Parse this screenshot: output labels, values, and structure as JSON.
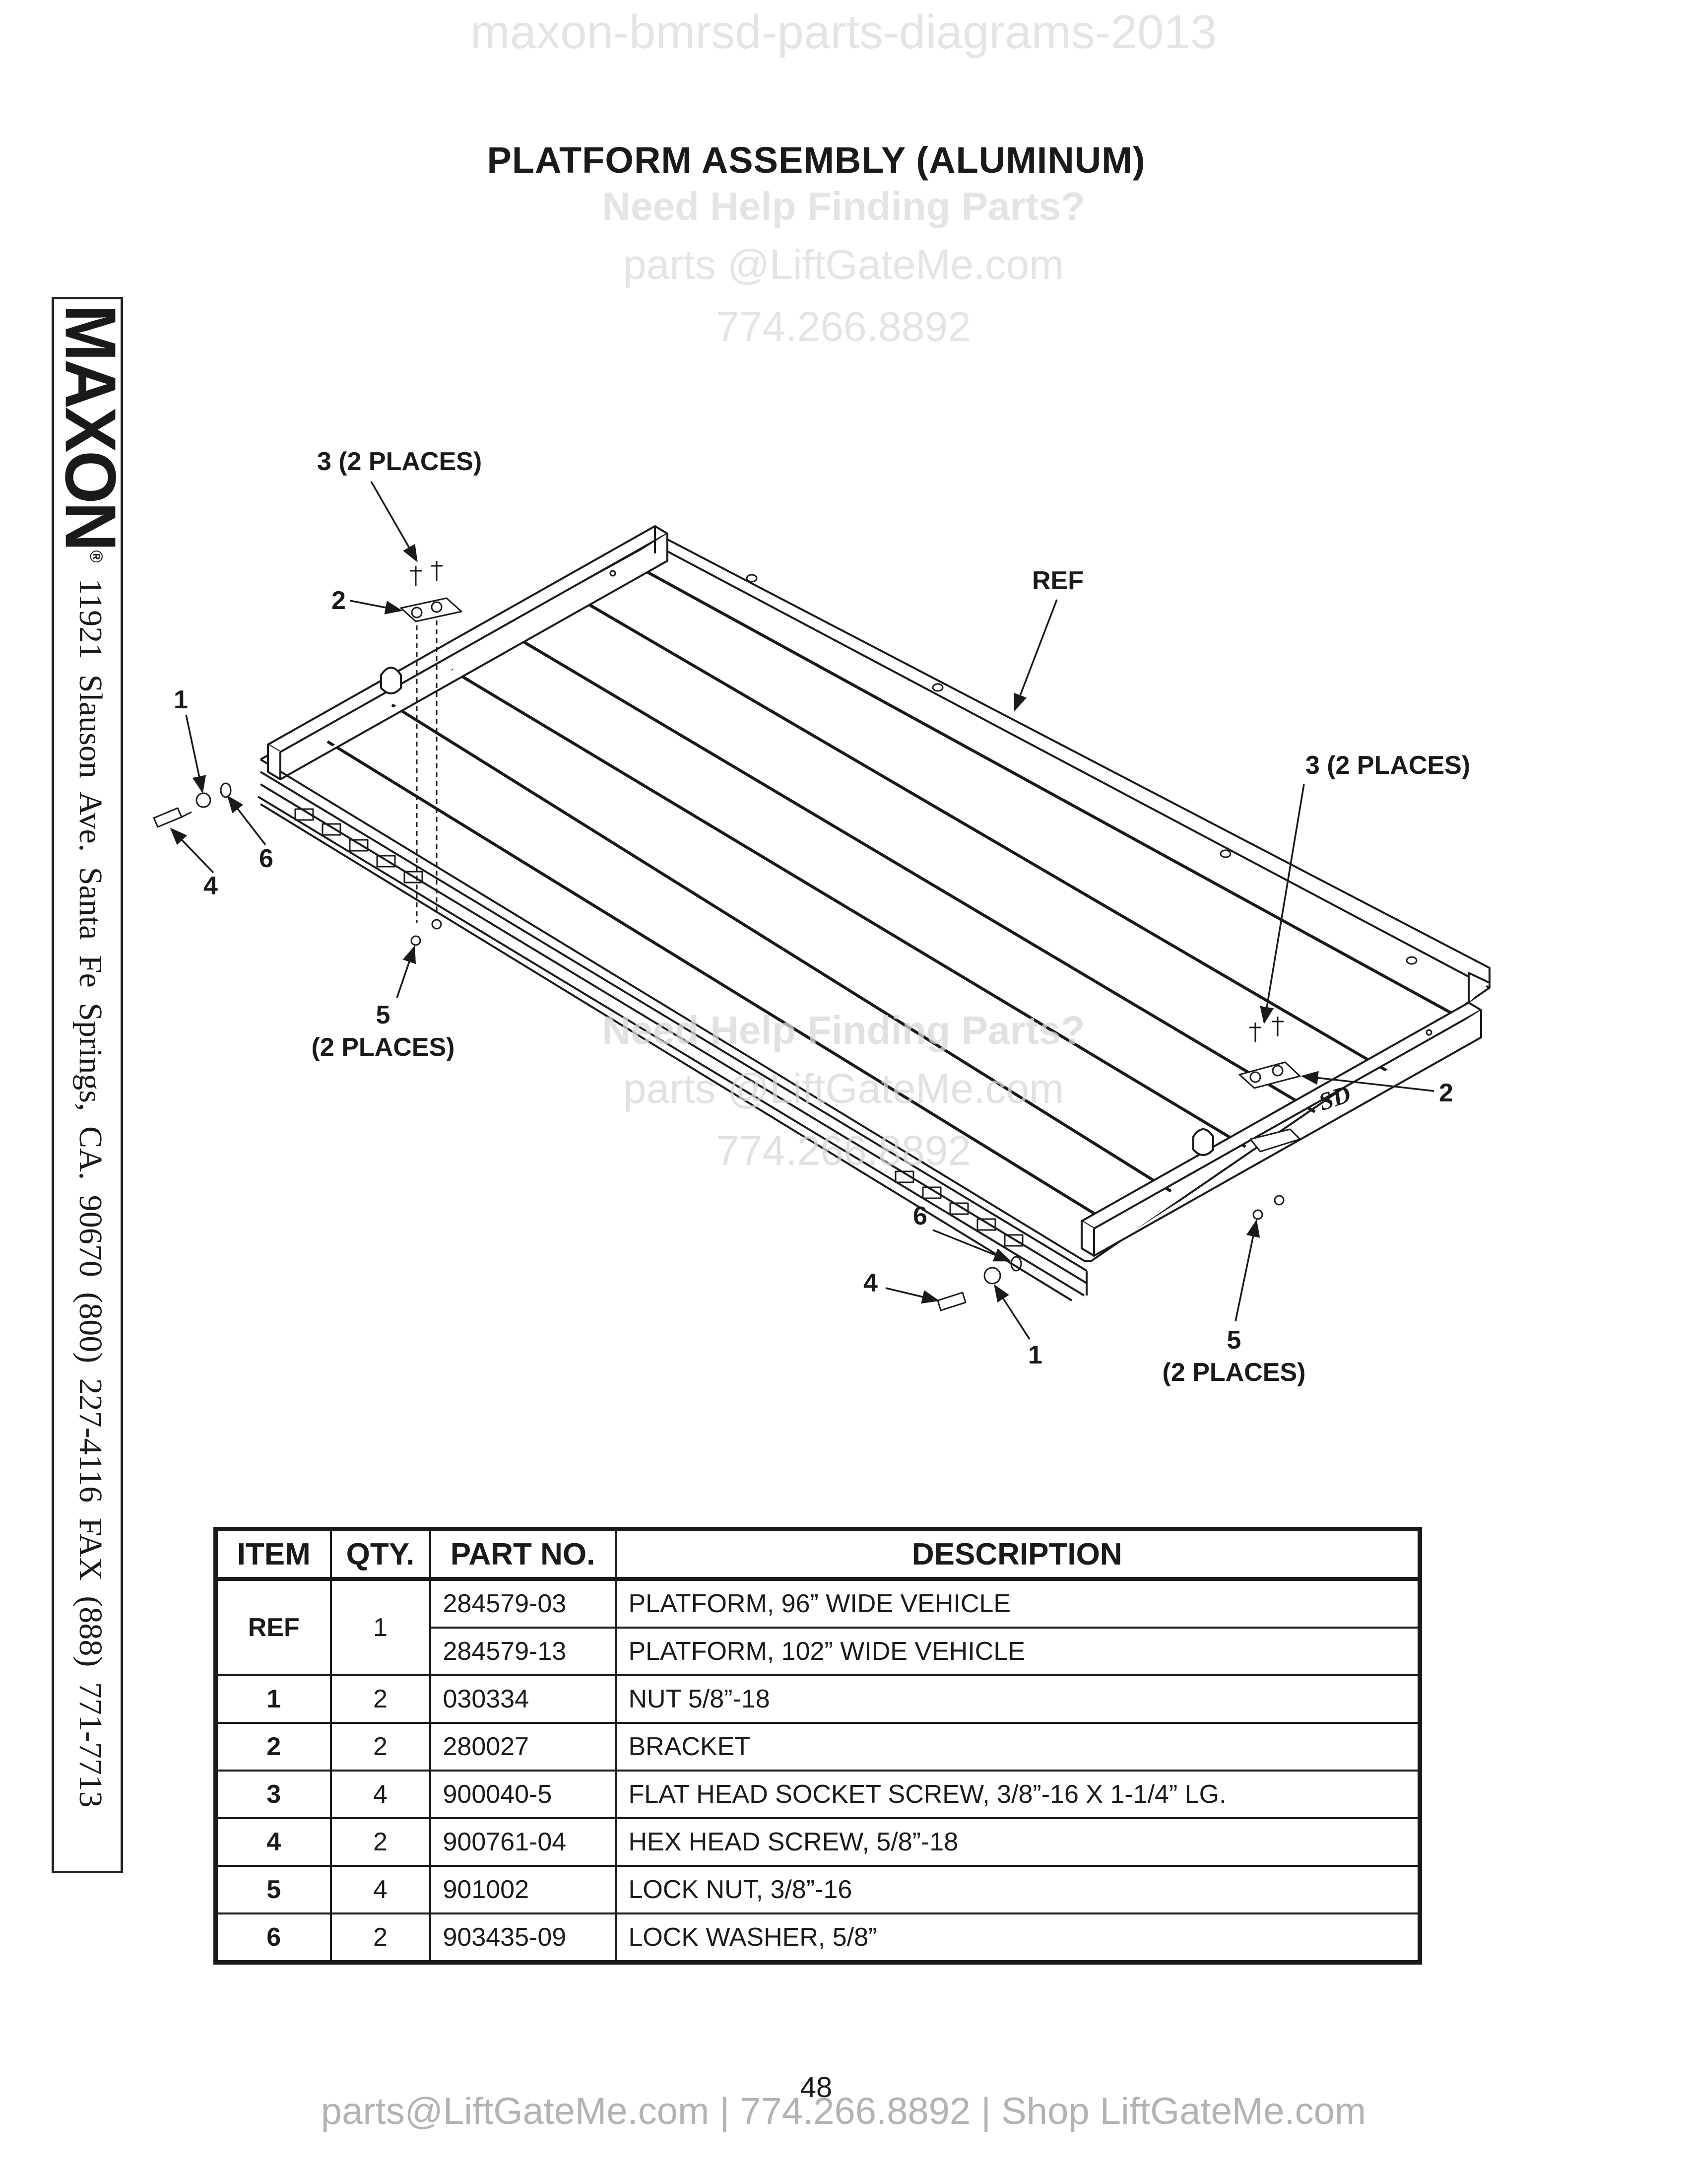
{
  "watermark": {
    "top": "maxon-bmrsd-parts-diagrams-2013",
    "help": "Need Help Finding Parts?",
    "email": "parts @LiftGateMe.com",
    "phone": "774.266.8892"
  },
  "title": "PLATFORM ASSEMBLY (ALUMINUM)",
  "sidebar": {
    "logo": "MAXON",
    "registered": "®",
    "address": "11921 Slauson Ave.  Santa Fe Springs, CA.  90670  (800) 227-4116  FAX (888) 771-7713"
  },
  "diagram": {
    "callouts": {
      "screw_left": "3 (2 PLACES)",
      "bracket_left": "2",
      "nut_left": "1",
      "washer_left": "6",
      "hexscrew_left": "4",
      "locknut_left_num": "5",
      "locknut_left_places": "(2 PLACES)",
      "ref": "REF",
      "screw_right": "3 (2 PLACES)",
      "bracket_right": "2",
      "washer_right": "6",
      "hexscrew_right": "4",
      "nut_right": "1",
      "locknut_right_num": "5",
      "locknut_right_places": "(2 PLACES)",
      "stamp": "SD"
    }
  },
  "parts_table": {
    "headers": [
      "ITEM",
      "QTY.",
      "PART NO.",
      "DESCRIPTION"
    ],
    "rows": [
      {
        "item": "REF",
        "qty": "1",
        "part": "284579-03",
        "desc": "PLATFORM, 96” WIDE VEHICLE"
      },
      {
        "item": "",
        "qty": "",
        "part": "284579-13",
        "desc": "PLATFORM, 102” WIDE VEHICLE"
      },
      {
        "item": "1",
        "qty": "2",
        "part": "030334",
        "desc": "NUT 5/8”-18"
      },
      {
        "item": "2",
        "qty": "2",
        "part": "280027",
        "desc": "BRACKET"
      },
      {
        "item": "3",
        "qty": "4",
        "part": "900040-5",
        "desc": "FLAT HEAD SOCKET SCREW, 3/8”-16 X 1-1/4” LG."
      },
      {
        "item": "4",
        "qty": "2",
        "part": "900761-04",
        "desc": "HEX HEAD SCREW, 5/8”-18"
      },
      {
        "item": "5",
        "qty": "4",
        "part": "901002",
        "desc": "LOCK NUT, 3/8”-16"
      },
      {
        "item": "6",
        "qty": "2",
        "part": "903435-09",
        "desc": "LOCK WASHER, 5/8”"
      }
    ]
  },
  "page_number": "48",
  "footer": "parts@LiftGateMe.com | 774.266.8892 | Shop LiftGateMe.com"
}
